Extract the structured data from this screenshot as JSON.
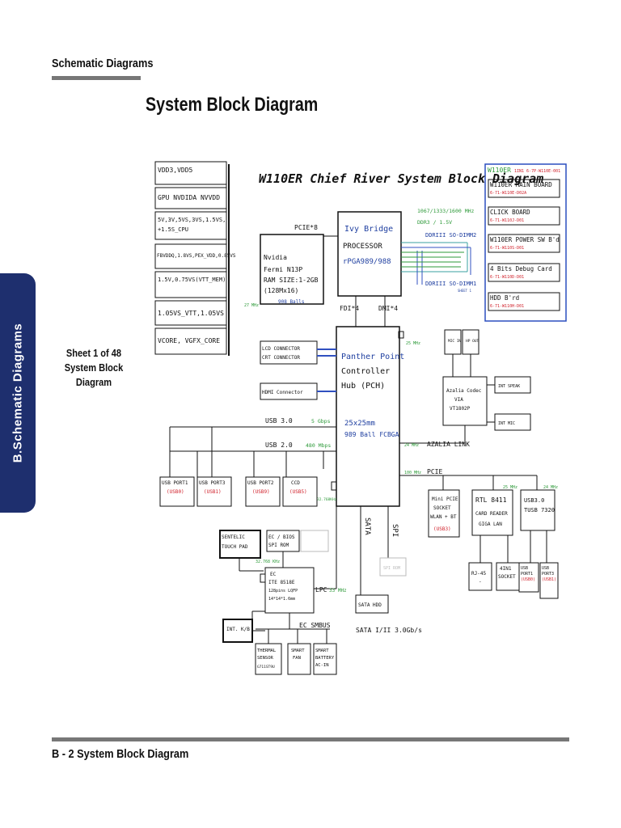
{
  "header": {
    "section": "Schematic  Diagrams",
    "title": "System Block Diagram"
  },
  "side_tab": {
    "label": "B.Schematic Diagrams"
  },
  "sheet_info": {
    "line1": "Sheet 1 of 48",
    "line2": "System Block",
    "line3": "Diagram"
  },
  "footer": {
    "label": "B - 2  System Block Diagram"
  },
  "diagram": {
    "title": "W110ER Chief River System Block Diagram",
    "power_rails": [
      "VDD3,VDD5",
      "GPU NVDIDA NVVDD",
      "5V,3V,5VS,3VS,1.5VS,",
      "+1.5S_CPU",
      "FBVDDQ,1.8VS,PEX_VDD,0.85VS",
      "1.5V,0.75VS(VTT_MEM)",
      "1.05VS_VTT,1.05VS",
      "VCORE, VGFX_CORE"
    ],
    "boards": {
      "header": "W110ER",
      "sheet": "1IN1 6-7P-W110E-001",
      "main": "W110ER MAIN BOARD",
      "main_pn": "6-71-W110E-D02A",
      "click": "CLICK BOARD",
      "click_pn": "6-71-W110J-D01",
      "power": "W110ER POWER SW B'd",
      "power_pn": "6-71-W110S-D01",
      "debug": "4 Bits Debug Card",
      "debug_pn": "6-71-W110D-D01",
      "hdd": "HDD B'rd",
      "hdd_pn": "6-71-W110H-D01"
    },
    "cpu": {
      "name": "Ivy Bridge",
      "type": "PROCESSOR",
      "pkg": "rPGA989/988"
    },
    "gpu": {
      "l1": "Nvidia",
      "l2": "Fermi N13P",
      "l3": "RAM SIZE:1-2GB",
      "l4": "(128Mx16)",
      "balls": "908 Balls",
      "clk": "27 MHz"
    },
    "mem": {
      "speed": "1067/1333/1600 MHz",
      "type": "DDR3 / 1.5V",
      "dimm2": "DDRIII SO-DIMM2",
      "dimm1": "DDRIII SO-DIMM1",
      "note": "SHEET 1"
    },
    "links": {
      "pcie8": "PCIE*8",
      "fdi": "FDI*4",
      "dmi": "DMI*4",
      "usb3": "USB 3.0",
      "usb3_speed": "5 Gbps",
      "usb2": "USB 2.0",
      "usb2_speed": "480 Mbps",
      "azalia": "AZALIA LINK",
      "azalia_clk": "24 MHz",
      "pcie": "PCIE",
      "pcie_clk": "100 MHz",
      "sata": "SATA",
      "spi": "SPI",
      "lpc": "LPC",
      "lpc_clk": "33 MHz",
      "smbus": "EC SMBUS",
      "sata_speed": "SATA I/II 3.0Gb/s"
    },
    "pch": {
      "l1": "Panther Point",
      "l2": "Controller",
      "l3": "Hub (PCH)",
      "size": "25x25mm",
      "balls": "989 Ball FCBGA",
      "clk1": "25 MHz",
      "clk2": "32.768KHz"
    },
    "display": {
      "lcd": "LCD CONNECTOR",
      "crt": "CRT CONNECTOR",
      "hdmi": "HDMI Connector"
    },
    "usb_ports": [
      {
        "name": "USB PORT1",
        "id": "(USB0)"
      },
      {
        "name": "USB PORT3",
        "id": "(USB1)"
      },
      {
        "name": "USB PORT2",
        "id": "(USB9)"
      },
      {
        "name": "CCD",
        "id": "(USB5)"
      }
    ],
    "audio": {
      "mic": "MIC IN",
      "hp": "HP OUT",
      "codec1": "Azalia Codec",
      "codec2": "VIA",
      "codec3": "VT1802P",
      "speaker": "INT SPEAK",
      "intmic": "INT MIC"
    },
    "wlan": {
      "l1": "Mini PCIE",
      "l2": "SOCKET",
      "l3": "WLAN + BT",
      "id": "(USB3)"
    },
    "lan": {
      "l1": "RTL 8411",
      "l2": "CARD READER",
      "l3": "GIGA LAN",
      "clk": "25 MHz",
      "rj45": "RJ-45",
      "rj45_sub": "-",
      "card": "4IN1",
      "card2": "SOCKET"
    },
    "usb3ctl": {
      "l1": "USB3.0",
      "l2": "TUSB 7320",
      "clk": "24 MHz",
      "p1": "USB",
      "p1b": "PORT1",
      "p1id": "(USB0)",
      "p2": "USB",
      "p2b": "PORT3",
      "p2id": "(USB1)"
    },
    "ec": {
      "name": "EC",
      "chip": "ITE 8518E",
      "pins": "128pins LQFP",
      "size": "14*14*1.6mm",
      "clk": "32.768 KHz",
      "rom1": "EC / BIOS",
      "rom2": "SPI ROM",
      "touch1": "SENTELIC",
      "touch2": "TOUCH PAD",
      "kb": "INT. K/B",
      "sata_hdd": "SATA HDD",
      "spi_rom": "SPI ROM"
    },
    "smbus_devs": [
      {
        "l1": "THERMAL",
        "l2": "SENSOR",
        "l3": "G711ST9U"
      },
      {
        "l1": "SMART",
        "l2": "FAN",
        "l3": ""
      },
      {
        "l1": "SMART",
        "l2": "BATTERY",
        "l3": "AC-IN"
      }
    ]
  },
  "colors": {
    "tab": "#1e2f6e",
    "blue_text": "#1f3fa0",
    "red_text": "#d0202a",
    "green_text": "#2e9a3a",
    "board_border": "#2b4fbf",
    "bus_blue": "#3050c0",
    "teal": "#3aa0a0"
  }
}
